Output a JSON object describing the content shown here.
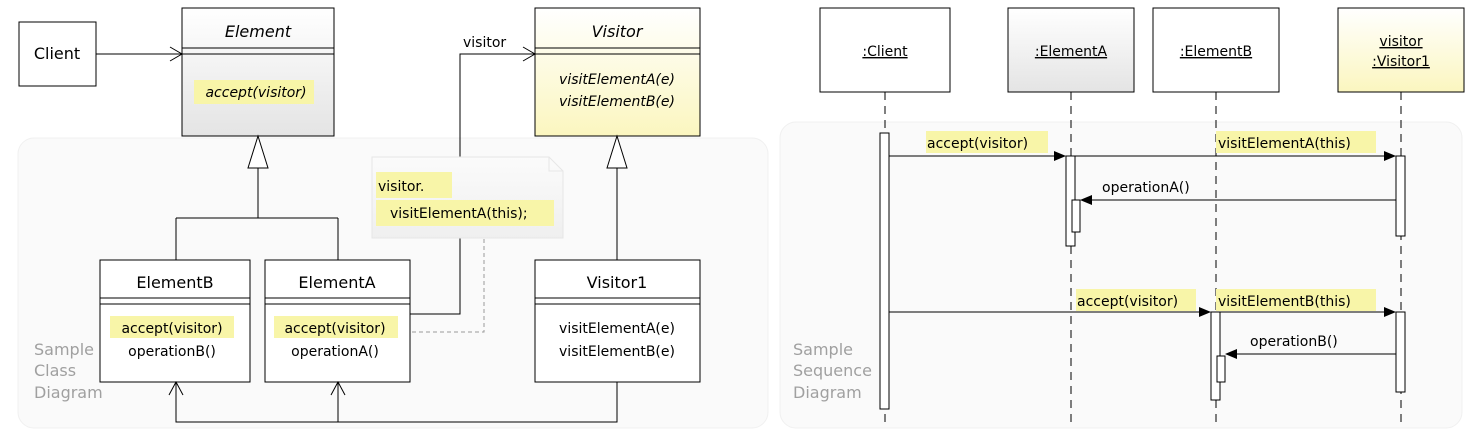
{
  "class_diagram": {
    "caption": [
      "Sample",
      "Class",
      "Diagram"
    ],
    "client": "Client",
    "element": {
      "name": "Element",
      "op": "accept(visitor)"
    },
    "visitor": {
      "name": "Visitor",
      "ops": [
        "visitElementA(e)",
        "visitElementB(e)"
      ]
    },
    "element_b": {
      "name": "ElementB",
      "ops": [
        "accept(visitor)",
        "operationB()"
      ]
    },
    "element_a": {
      "name": "ElementA",
      "ops": [
        "accept(visitor)",
        "operationA()"
      ]
    },
    "visitor1": {
      "name": "Visitor1",
      "ops": [
        "visitElementA(e)",
        "visitElementB(e)"
      ]
    },
    "assoc_label": "visitor",
    "note": [
      "visitor.",
      "visitElementA(this);"
    ]
  },
  "sequence_diagram": {
    "caption": [
      "Sample",
      "Sequence",
      "Diagram"
    ],
    "lifelines": {
      "client": ":Client",
      "element_a": ":ElementA",
      "element_b": ":ElementB",
      "visitor_line1": "visitor",
      "visitor_line2": ":Visitor1"
    },
    "messages": {
      "accept_a": "accept(visitor)",
      "visit_a": "visitElementA(this)",
      "operation_a": "operationA()",
      "accept_b": "accept(visitor)",
      "visit_b": "visitElementB(this)",
      "operation_b": "operationB()"
    }
  }
}
